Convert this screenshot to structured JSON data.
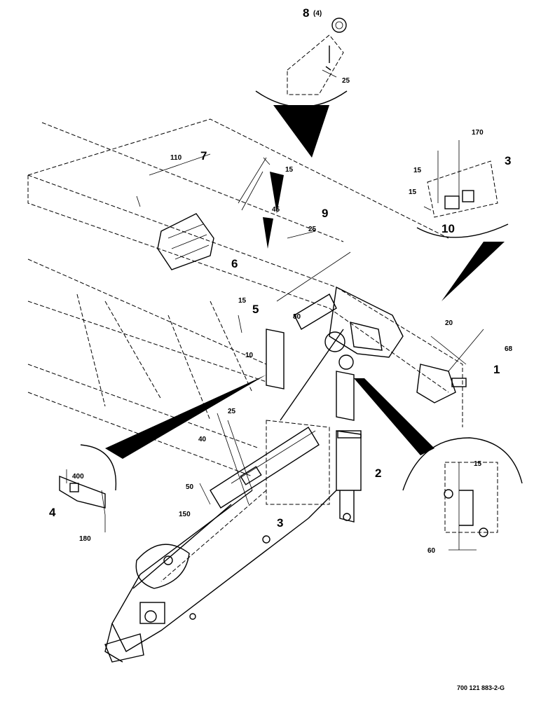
{
  "callouts": {
    "c1": "1",
    "c2": "2",
    "c3a": "3",
    "c3b": "3",
    "c4": "4",
    "c5": "5",
    "c6": "6",
    "c7": "7",
    "c8": "8",
    "c8_qty": "(4)",
    "c9": "9",
    "c10": "10"
  },
  "dimensions": {
    "d25_top": "25",
    "d110": "110",
    "d15_a": "15",
    "d45": "45",
    "d25_mid": "25",
    "d170": "170",
    "d15_b": "15",
    "d15_c": "15",
    "d15_d": "15",
    "d80": "80",
    "d10": "10",
    "d20": "20",
    "d68": "68",
    "d25_low": "25",
    "d40": "40",
    "d50": "50",
    "d150": "150",
    "d400": "400",
    "d180": "180",
    "d15_e": "15",
    "d60": "60"
  },
  "drawing_number": "700 121 883-2-G"
}
